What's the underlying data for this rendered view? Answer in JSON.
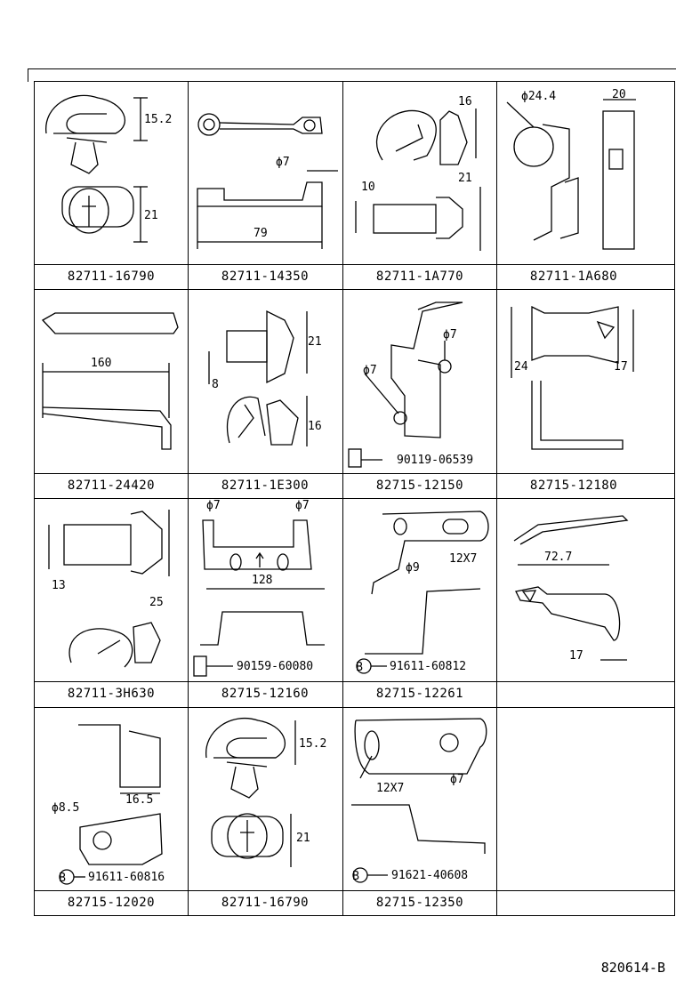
{
  "footer_code": "820614-B",
  "cells": [
    {
      "part": "82711-16790",
      "dims": [
        "15.2",
        "21"
      ]
    },
    {
      "part": "82711-14350",
      "dims": [
        "ϕ7",
        "79"
      ]
    },
    {
      "part": "82711-1A770",
      "dims": [
        "16",
        "21",
        "10"
      ]
    },
    {
      "part": "82711-1A680",
      "dims": [
        "ϕ24.4",
        "20"
      ]
    },
    {
      "part": "82711-24420",
      "dims": [
        "160"
      ]
    },
    {
      "part": "82711-1E300",
      "dims": [
        "21",
        "8",
        "16"
      ]
    },
    {
      "part": "82715-12150",
      "dims": [
        "ϕ7",
        "ϕ7"
      ],
      "ref": "90119-06539"
    },
    {
      "part": "82715-12180",
      "dims": [
        "24",
        "17"
      ]
    },
    {
      "part": "82711-3H630",
      "dims": [
        "13",
        "25"
      ]
    },
    {
      "part": "82715-12160",
      "dims": [
        "ϕ7",
        "ϕ7",
        "128"
      ],
      "ref": "90159-60080"
    },
    {
      "part": "82715-12261",
      "dims": [
        "ϕ9",
        "12X7"
      ],
      "ref": "91611-60812"
    },
    {
      "part": "",
      "dims": [
        "72.7",
        "17"
      ]
    },
    {
      "part": "82715-12020",
      "dims": [
        "ϕ8.5",
        "16.5"
      ],
      "ref": "91611-60816"
    },
    {
      "part": "82711-16790",
      "dims": [
        "15.2",
        "21"
      ]
    },
    {
      "part": "82715-12350",
      "dims": [
        "12X7",
        "ϕ7"
      ],
      "ref": "91621-40608"
    },
    {
      "part": "",
      "dims": []
    }
  ],
  "marker": "B"
}
